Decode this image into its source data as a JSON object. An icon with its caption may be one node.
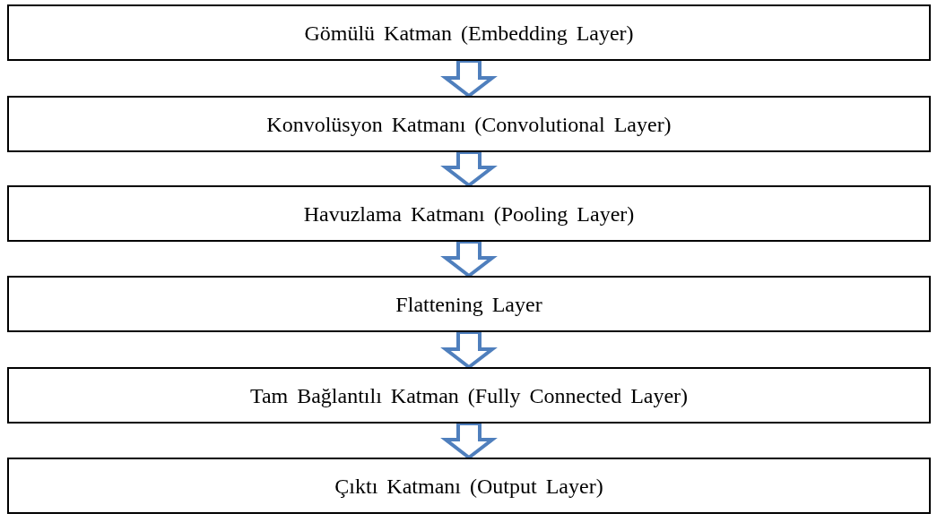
{
  "diagram": {
    "nodes": [
      {
        "text": [
          "Gömülü Katman (Embedding Layer)"
        ]
      },
      {
        "text": [
          "Konvolüsyon Katmanı (Convolutional Layer)"
        ]
      },
      {
        "text": [
          "Havuzlama Katmanı (Pooling Layer)"
        ]
      },
      {
        "text": [
          "Flattening Layer"
        ]
      },
      {
        "text": [
          "Tam Bağlantılı Katman (Fully Connected Layer)"
        ]
      },
      {
        "text": [
          "Çıktı Katmanı (Output Layer)"
        ]
      }
    ],
    "edges": [
      {
        "from": 0,
        "to": 1,
        "arrow": "to"
      },
      {
        "from": 1,
        "to": 2,
        "arrow": "to"
      },
      {
        "from": 2,
        "to": 3,
        "arrow": "to"
      },
      {
        "from": 3,
        "to": 4,
        "arrow": "to"
      },
      {
        "from": 4,
        "to": 5,
        "arrow": "to"
      }
    ]
  }
}
